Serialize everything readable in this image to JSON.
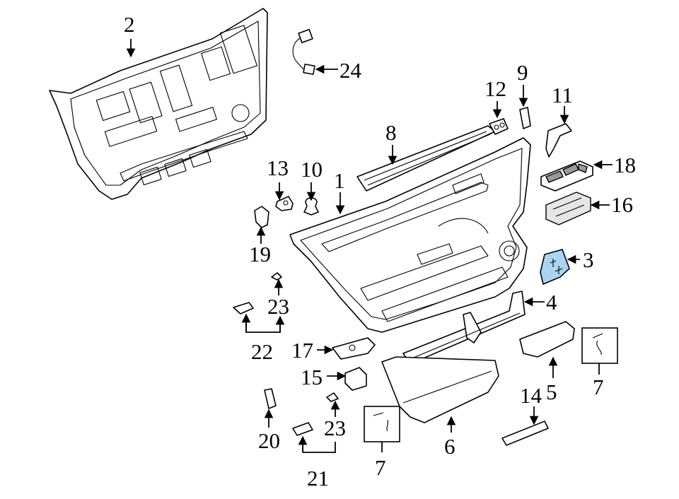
{
  "diagram": {
    "highlight_color": "#a9d5f2",
    "callouts": {
      "c1": "1",
      "c2": "2",
      "c3": "3",
      "c4": "4",
      "c5": "5",
      "c6": "6",
      "c7a": "7",
      "c7b": "7",
      "c8": "8",
      "c9": "9",
      "c10": "10",
      "c11": "11",
      "c12": "12",
      "c13": "13",
      "c14": "14",
      "c15": "15",
      "c16": "16",
      "c17": "17",
      "c18": "18",
      "c19": "19",
      "c20": "20",
      "c21": "21",
      "c22": "22",
      "c23a": "23",
      "c23b": "23",
      "c24": "24"
    }
  }
}
